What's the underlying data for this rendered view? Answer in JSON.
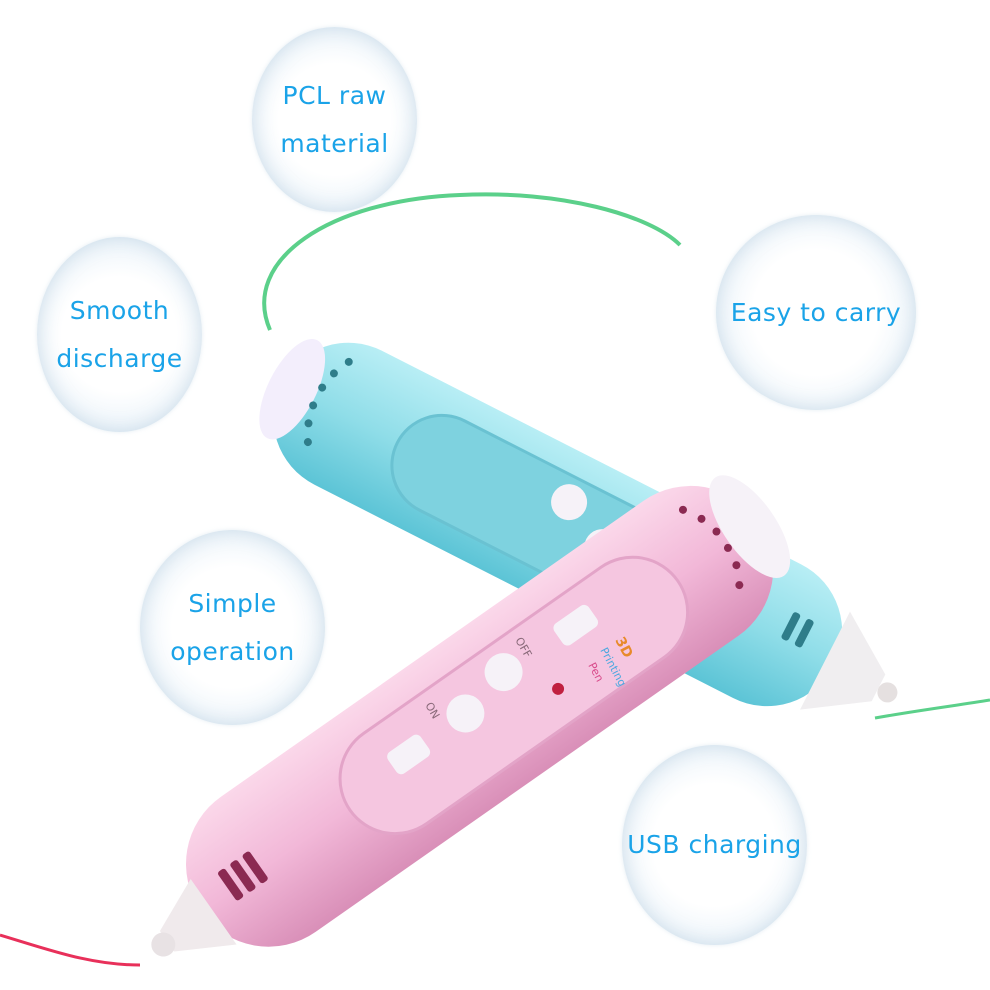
{
  "features": [
    {
      "id": "pcl",
      "lines": [
        "PCL raw",
        "material"
      ]
    },
    {
      "id": "smooth",
      "lines": [
        "Smooth",
        "discharge"
      ]
    },
    {
      "id": "carry",
      "lines": [
        "Easy to carry"
      ]
    },
    {
      "id": "simple",
      "lines": [
        "Simple",
        "operation"
      ]
    },
    {
      "id": "usb",
      "lines": [
        "USB charging"
      ]
    }
  ],
  "pen_text": {
    "logo_lines": [
      "3D",
      "Printing",
      "Pen"
    ],
    "switch_on": "ON",
    "switch_off": "OFF"
  },
  "colors": {
    "text": "#1aa3e8",
    "blue_pen": "#8fdde8",
    "pink_pen": "#f2b8d8",
    "green_filament": "#5bd08a",
    "red_filament": "#e8305a"
  }
}
